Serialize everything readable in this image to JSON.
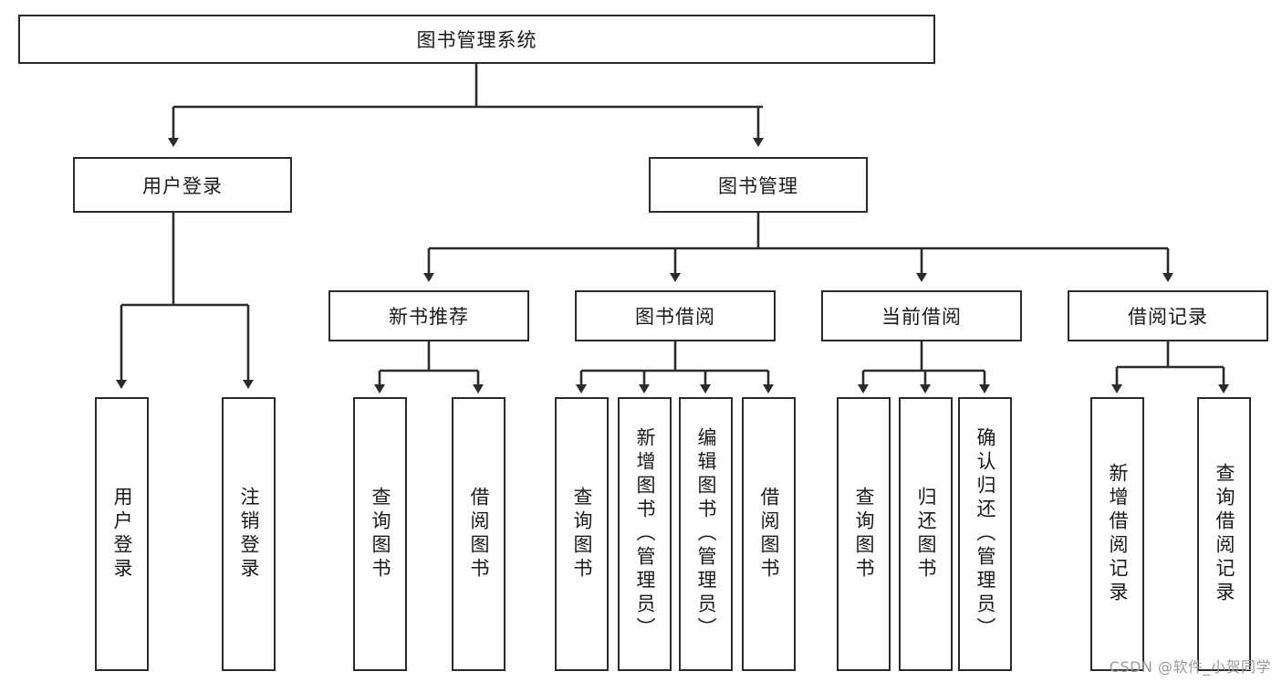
{
  "diagram": {
    "title_node": {
      "label": "图书管理系统"
    },
    "level2": [
      {
        "id": "user-login",
        "label": "用户登录"
      },
      {
        "id": "book-manage",
        "label": "图书管理"
      }
    ],
    "level3": [
      {
        "id": "new-book-recommend",
        "label": "新书推荐"
      },
      {
        "id": "book-borrow",
        "label": "图书借阅"
      },
      {
        "id": "current-borrow",
        "label": "当前借阅"
      },
      {
        "id": "borrow-record",
        "label": "借阅记录"
      }
    ],
    "leaves": {
      "user_login": [
        {
          "id": "leaf-user-login",
          "label": "用户登录"
        },
        {
          "id": "leaf-logout-login",
          "label": "注销登录"
        }
      ],
      "new_book_recommend": [
        {
          "id": "leaf-query-book-1",
          "label": "查询图书"
        },
        {
          "id": "leaf-borrow-book-1",
          "label": "借阅图书"
        }
      ],
      "book_borrow": [
        {
          "id": "leaf-query-book-2",
          "label": "查询图书"
        },
        {
          "id": "leaf-add-book",
          "label": "新增图书（管理员）"
        },
        {
          "id": "leaf-edit-book",
          "label": "编辑图书（管理员）"
        },
        {
          "id": "leaf-borrow-book-2",
          "label": "借阅图书"
        }
      ],
      "current_borrow": [
        {
          "id": "leaf-query-book-3",
          "label": "查询图书"
        },
        {
          "id": "leaf-return-book",
          "label": "归还图书"
        },
        {
          "id": "leaf-confirm-return",
          "label": "确认归还（管理员）"
        }
      ],
      "borrow_record": [
        {
          "id": "leaf-add-record",
          "label": "新增借阅记录"
        },
        {
          "id": "leaf-query-record",
          "label": "查询借阅记录"
        }
      ]
    },
    "colors": {
      "stroke": "#2b2b2b",
      "fill": "#ffffff",
      "text": "#1a1a1a",
      "watermark": "#9a9a9a"
    }
  },
  "watermark": {
    "text": "CSDN @软件_小贺同学"
  }
}
